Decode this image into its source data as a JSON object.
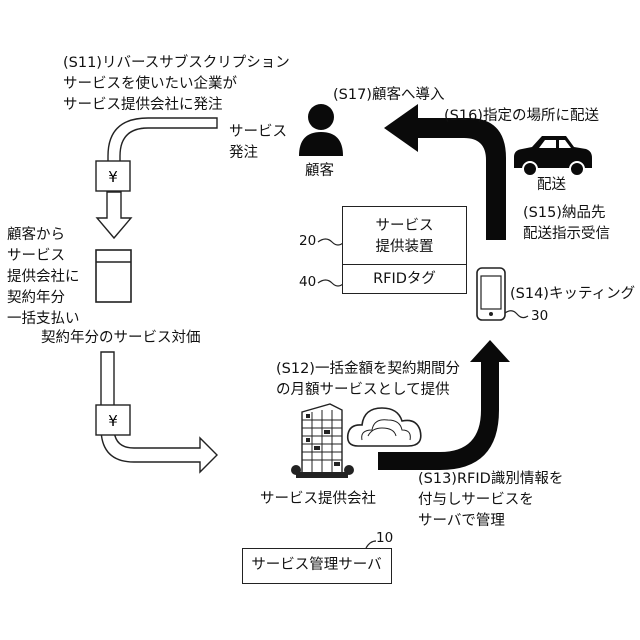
{
  "steps": {
    "s11": [
      "(S11)リバースサブスクリプション",
      "サービスを使いたい企業が",
      "サービス提供会社に発注"
    ],
    "order": [
      "サービス",
      "発注"
    ],
    "yen_symbol": "¥",
    "customer_pay": [
      "顧客から",
      "サービス",
      "提供会社に",
      "契約年分",
      "一括支払い"
    ],
    "contract_fee": "契約年分のサービス対価",
    "s12": [
      "(S12)一括金額を契約期間分",
      "の月額サービスとして提供"
    ],
    "company": "サービス提供会社",
    "s13": [
      "(S13)RFID識別情報を",
      "付与しサービスを",
      "サーバで管理"
    ],
    "s14": "(S14)キッティング",
    "s15": [
      "(S15)納品先",
      "配送指示受信"
    ],
    "s16": "(S16)指定の場所に配送",
    "s17": "(S17)顧客へ導入",
    "delivery": "配送",
    "customer": "顧客"
  },
  "devices": {
    "service_device": [
      "サービス",
      "提供装置"
    ],
    "rfid_tag": "RFIDタグ",
    "server": "サービス管理サーバ"
  },
  "refs": {
    "device": "20",
    "rfid": "40",
    "phone": "30",
    "server": "10"
  },
  "colors": {
    "arrow_dark": "#0a0a0a",
    "line": "#222222",
    "fill": "#ffffff"
  }
}
